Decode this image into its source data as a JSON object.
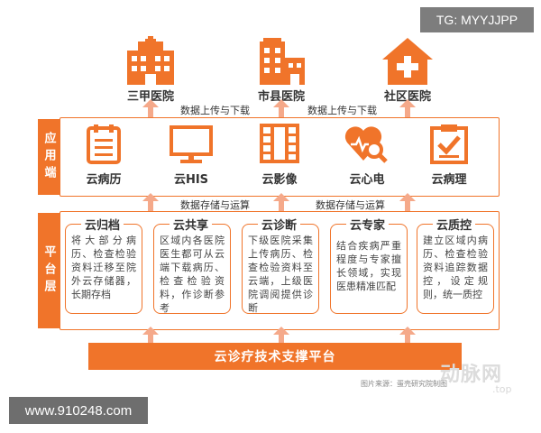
{
  "watermarks": {
    "tg": "TG: MYYJJPP",
    "url": "www.910248.com",
    "logo_text": "动脉网",
    "logo_sub": ".top"
  },
  "hospitals": [
    {
      "label": "三甲医院",
      "icon": "hospital-building-icon"
    },
    {
      "label": "市县医院",
      "icon": "city-hospital-icon"
    },
    {
      "label": "社区医院",
      "icon": "community-clinic-icon"
    }
  ],
  "flow_top": [
    "数据上传与下载",
    "数据上传与下载"
  ],
  "flow_mid": [
    "数据存储与运算",
    "数据存储与运算"
  ],
  "app_layer": {
    "tab": "应用端",
    "items": [
      {
        "label": "云病历",
        "icon": "clipboard-icon"
      },
      {
        "label": "云HIS",
        "icon": "monitor-icon"
      },
      {
        "label": "云影像",
        "icon": "film-icon"
      },
      {
        "label": "云心电",
        "icon": "heart-search-icon"
      },
      {
        "label": "云病理",
        "icon": "checklist-icon"
      }
    ]
  },
  "platform_layer": {
    "tab": "平台层",
    "cards": [
      {
        "title": "云归档",
        "text": "将大部分病历、检查检验资料迁移至院外云存储器，长期存档"
      },
      {
        "title": "云共享",
        "text": "区域内各医院医生都可从云端下载病历、检查检验资料，作诊断参考"
      },
      {
        "title": "云诊断",
        "text": "下级医院采集上传病历、检查检验资料至云端，上级医院调阅提供诊断"
      },
      {
        "title": "云专家",
        "text": "结合疾病严重程度与专家擅长领域，实现医患精准匹配"
      },
      {
        "title": "云质控",
        "text": "建立区域内病历、检查检验资料追踪数据控，设定规则，统一质控"
      }
    ]
  },
  "bottom_bar": "云诊疗技术支撑平台",
  "source": "图片来源：蛋壳研究院制图",
  "colors": {
    "accent": "#f0742a",
    "arrow": "#f5a98a"
  }
}
